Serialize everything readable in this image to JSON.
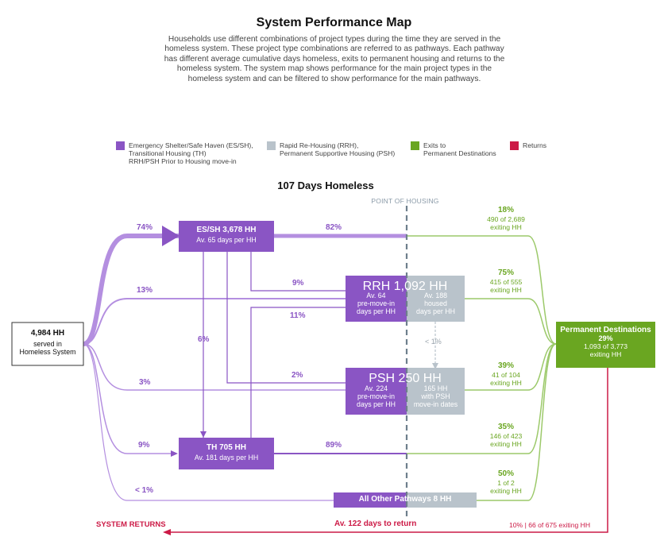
{
  "header": {
    "title": "System Performance Map",
    "description": "Households use different combinations of project types during the time they are served in the homeless system. These project type combinations are referred to as pathways. Each pathway has different average cumulative days homeless, exits to permanent housing and returns to the homeless system. The system map shows performance for the main project types in the homeless system and can be filtered to show performance for the main pathways."
  },
  "legend": {
    "es": "Emergency Shelter/Safe Haven (ES/SH),\nTransitional Housing (TH)\nRRH/PSH Prior to Housing move-in",
    "rrh": "Rapid Re-Housing (RRH),\nPermanent Supportive Housing (PSH)",
    "exits": "Exits to\nPermanent Destinations",
    "returns": "Returns"
  },
  "colors": {
    "purple": "#8a55c4",
    "purple_light": "#b48fe0",
    "gray": "#b9c3cb",
    "green": "#6aa621",
    "green_light": "#9cc96a",
    "red": "#cc1a46",
    "dashed": "#6e7f8c"
  },
  "map": {
    "days_homeless": "107 Days Homeless",
    "point_of_housing": "POINT OF HOUSING",
    "start": {
      "count": "4,984 HH",
      "sub": "served in\nHomeless System"
    },
    "entry_pcts": {
      "es": "74%",
      "rrh": "13%",
      "psh": "3%",
      "th": "9%",
      "other": "< 1%"
    },
    "es": {
      "title": "ES/SH  3,678 HH",
      "sub": "Av. 65 days per HH",
      "to_exit_pct": "82%",
      "to_rrh_pct": "9%",
      "to_psh_pct": "2%",
      "to_th_pct": "6%"
    },
    "th": {
      "title": "TH  705 HH",
      "sub": "Av. 181 days per HH",
      "to_exit_pct": "89%",
      "to_rrh_pct": "11%"
    },
    "rrh": {
      "title": "RRH  1,092 HH",
      "left_sub": "Av. 64\npre-move-in\ndays per HH",
      "right_sub": "Av. 188\nhoused\ndays per HH",
      "to_psh_pct": "< 1%"
    },
    "psh": {
      "title": "PSH  250 HH",
      "left_sub": "Av. 224\npre-move-in\ndays per HH",
      "right_sub": "165 HH\nwith PSH\nmove-in dates"
    },
    "other": {
      "title": "All Other Pathways  8 HH"
    },
    "exits": [
      {
        "pct": "18%",
        "detail": "490 of 2,689\nexiting HH"
      },
      {
        "pct": "75%",
        "detail": "415 of 555\nexiting HH"
      },
      {
        "pct": "39%",
        "detail": "41 of 104\nexiting HH"
      },
      {
        "pct": "35%",
        "detail": "146 of 423\nexiting HH"
      },
      {
        "pct": "50%",
        "detail": "1 of 2\nexiting HH"
      }
    ],
    "permanent": {
      "title": "Permanent Destinations",
      "pct": "29%",
      "detail": "1,093 of 3,773\nexiting HH"
    },
    "returns": {
      "label": "SYSTEM RETURNS",
      "days": "Av. 122 days to return",
      "detail": "10% | 66 of 675 exiting HH"
    }
  }
}
